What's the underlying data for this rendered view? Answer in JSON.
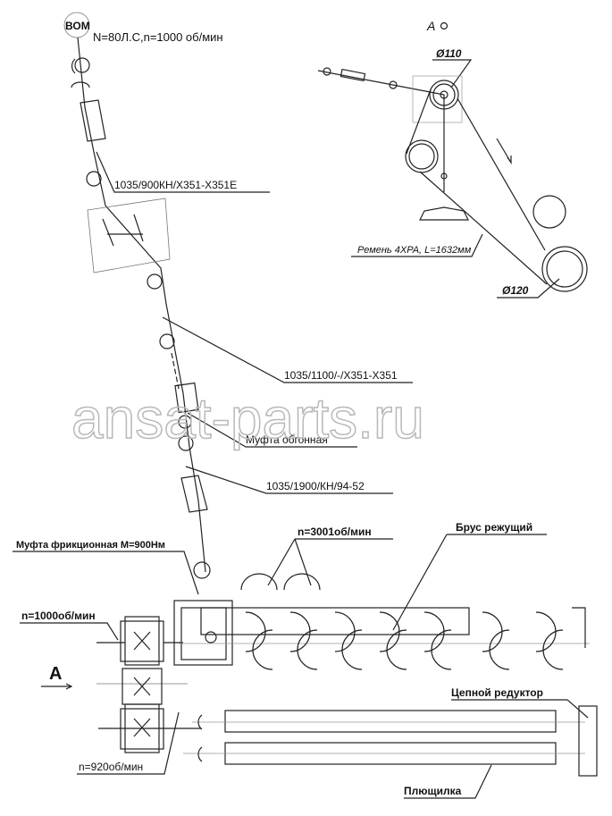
{
  "pto": {
    "label": "ВОМ",
    "spec": "N=80Л.С,n=1000 об/мин"
  },
  "shafts": {
    "shaft1": "1035/900КН/Х351-Х351Е",
    "shaft2": "1035/1100/-/Х351-Х351",
    "shaft3": "1035/1900/КН/94-52"
  },
  "clutches": {
    "overrunning": "Муфта обгонная",
    "friction": "Муфта фрикционная М=900Нм"
  },
  "speeds": {
    "cutter": "n=3001об/мин",
    "input": "n=1000об/мин",
    "conditioner": "n=920об/мин"
  },
  "parts": {
    "cutter_bar": "Брус режущий",
    "chain_reducer": "Цепной редуктор",
    "conditioner": "Плющилка"
  },
  "view": {
    "marker": "А",
    "title": "А",
    "pulley_top": "Ø110",
    "belt": "Ремень 4ХРА, L=1632мм",
    "pulley_bottom": "Ø120"
  },
  "watermark": "ansat-parts.ru"
}
